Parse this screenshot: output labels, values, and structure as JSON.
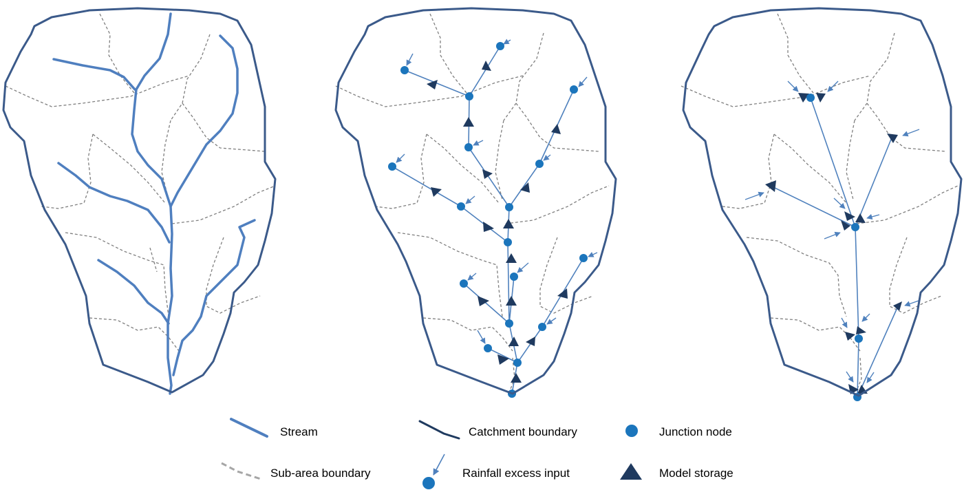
{
  "colors": {
    "catchment_boundary": "#3b5a8a",
    "stream": "#4f7fbf",
    "sub_area_boundary": "#7f7f7f",
    "junction_node": "#1b75bc",
    "model_storage": "#1f3a5f",
    "rainfall_input": "#4f81bd",
    "link": "#4f81bd"
  },
  "panels": [
    {
      "name": "catchment-with-streams"
    },
    {
      "name": "node-link-network"
    },
    {
      "name": "lumped-network"
    }
  ],
  "legend": {
    "stream": "Stream",
    "catchment_boundary": "Catchment boundary",
    "junction_node": "Junction node",
    "sub_area_boundary": "Sub-area boundary",
    "rainfall_excess_input": "Rainfall excess input",
    "model_storage": "Model storage"
  }
}
